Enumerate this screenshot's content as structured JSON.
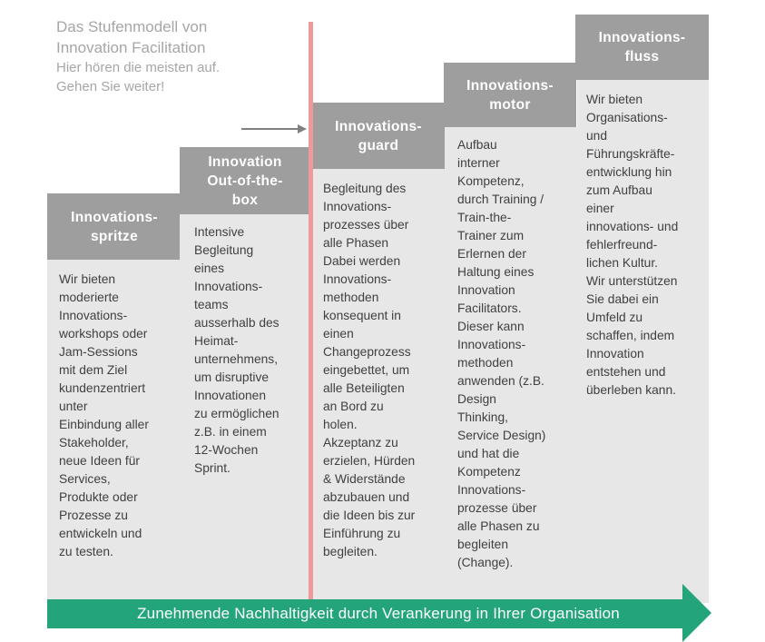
{
  "intro": {
    "title": "Das Stufenmodell von\nInnovation Facilitation",
    "subtitle": "Hier hören die meisten auf.\nGehen Sie weiter!"
  },
  "steps": [
    {
      "heading": "Innovations-\nspritze",
      "text": "Wir bieten\nmoderierte\nInnovations-\nworkshops oder\nJam-Sessions\nmit dem Ziel\nkundenzentriert\nunter\nEinbindung aller\nStakeholder,\nneue Ideen für\nServices,\nProdukte oder\nProzesse zu\nentwickeln und\nzu testen."
    },
    {
      "heading": "Innovation\nOut-of-the-\nbox",
      "text": "Intensive\nBegleitung\neines\nInnovations-\nteams\nausserhalb des\nHeimat-\nunternehmens,\num disruptive\nInnovationen\nzu ermöglichen\nz.B. in einem\n12-Wochen\nSprint."
    },
    {
      "heading": "Innovations-\nguard",
      "text": "Begleitung des\nInnovations-\nprozesses über\nalle Phasen\nDabei werden\nInnovations-\nmethoden\nkonsequent in\neinen\nChangeprozess\neingebettet, um\nalle Beteiligten\nan Bord zu\nholen.\nAkzeptanz zu\nerzielen, Hürden\n& Widerstände\nabzubauen und\ndie Ideen bis zur\nEinführung zu\nbegleiten."
    },
    {
      "heading": "Innovations-\nmotor",
      "text": "Aufbau\ninterner\nKompetenz,\ndurch Training /\nTrain-the-\nTrainer zum\nErlernen der\nHaltung eines\nInnovation\nFacilitators.\nDieser kann\nInnovations-\nmethoden\nanwenden (z.B.\nDesign\nThinking,\nService Design)\nund hat die\nKompetenz\nInnovations-\nprozesse über\nalle Phasen zu\nbegleiten\n(Change)."
    },
    {
      "heading": "Innovations-\nfluss",
      "text": "Wir bieten\nOrganisations-\nund\nFührungskräfte-\nentwicklung hin\nzum Aufbau\neiner\ninnovations- und\nfehlerfreund-\nlichen Kultur.\nWir unterstützen\nSie dabei ein\nUmfeld zu\nschaffen, indem\nInnovation\nentstehen und\nüberleben kann."
    }
  ],
  "bottom_arrow": {
    "label": "Zunehmende Nachhaltigkeit durch Verankerung in Ihrer Organisation"
  },
  "colors": {
    "heading_bg": "#9e9e9e",
    "body_bg": "#e7e7e7",
    "divider": "#ef9a9a",
    "arrow": "#23a47a",
    "pointer": "#808080"
  }
}
